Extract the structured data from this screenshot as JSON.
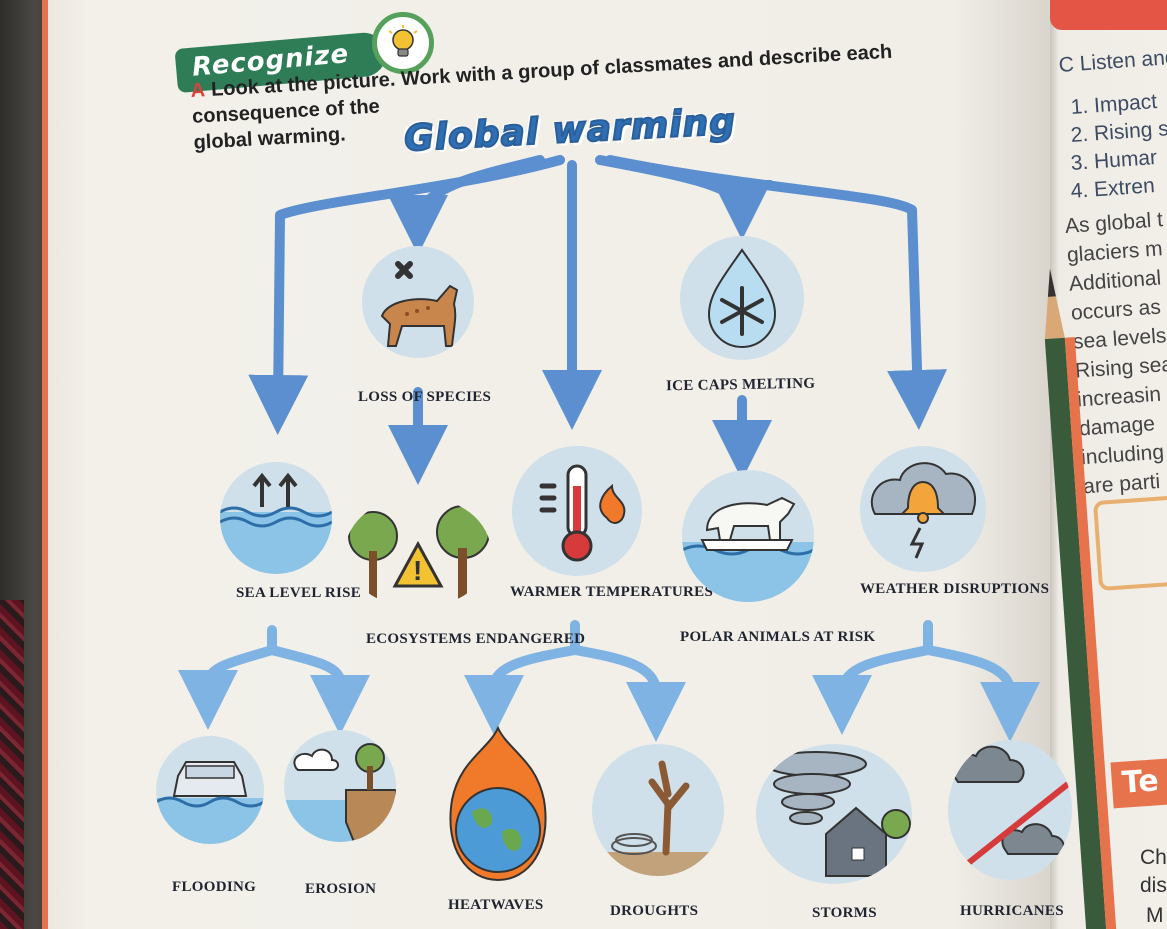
{
  "header": {
    "badge": "Recognize",
    "task_letter": "A",
    "instruction_line1": "Look at the picture. Work with a group of classmates and describe each consequence of the",
    "instruction_line2": "global warming."
  },
  "diagram": {
    "title": "Global warming",
    "consequences": [
      {
        "label": "SEA LEVEL RISE",
        "icon": "arrows-up-water-icon"
      },
      {
        "label": "LOSS OF SPECIES",
        "icon": "lynx-icon"
      },
      {
        "label": "ECOSYSTEMS ENDANGERED",
        "icon": "trees-warning-icon"
      },
      {
        "label": "WARMER TEMPERATURES",
        "icon": "thermometer-fire-icon"
      },
      {
        "label": "ICE CAPS MELTING",
        "icon": "snowflake-drop-icon"
      },
      {
        "label": "POLAR ANIMALS AT RISK",
        "icon": "polar-bear-icon"
      },
      {
        "label": "WEATHER DISRUPTIONS",
        "icon": "storm-bell-icon"
      }
    ],
    "effects": [
      {
        "label": "FLOODING",
        "icon": "flooded-car-icon"
      },
      {
        "label": "EROSION",
        "icon": "cliff-erosion-icon"
      },
      {
        "label": "HEATWAVES",
        "icon": "burning-earth-icon"
      },
      {
        "label": "DROUGHTS",
        "icon": "dead-tree-icon"
      },
      {
        "label": "STORMS",
        "icon": "tornado-house-icon"
      },
      {
        "label": "HURRICANES",
        "icon": "cloud-trend-icon"
      }
    ]
  },
  "right_page": {
    "section_c": "C Listen and",
    "items": [
      "1. Impact",
      "2. Rising s",
      "3. Humar",
      "4. Extren"
    ],
    "paragraph": [
      "As global t",
      "glaciers m",
      "Additional",
      "occurs as i",
      "sea levels",
      "Rising sea",
      "increasin",
      "damage",
      "including",
      "are parti"
    ],
    "tex_badge": "Te",
    "bottom_lines": [
      "Ch",
      "dis",
      "M"
    ]
  },
  "colors": {
    "arrow": "#5b8fcf",
    "arrow_light": "#7fb3e3",
    "circle": "#cfe0ea",
    "badge_green": "#2e7d56",
    "accent_orange": "#e7734c"
  }
}
